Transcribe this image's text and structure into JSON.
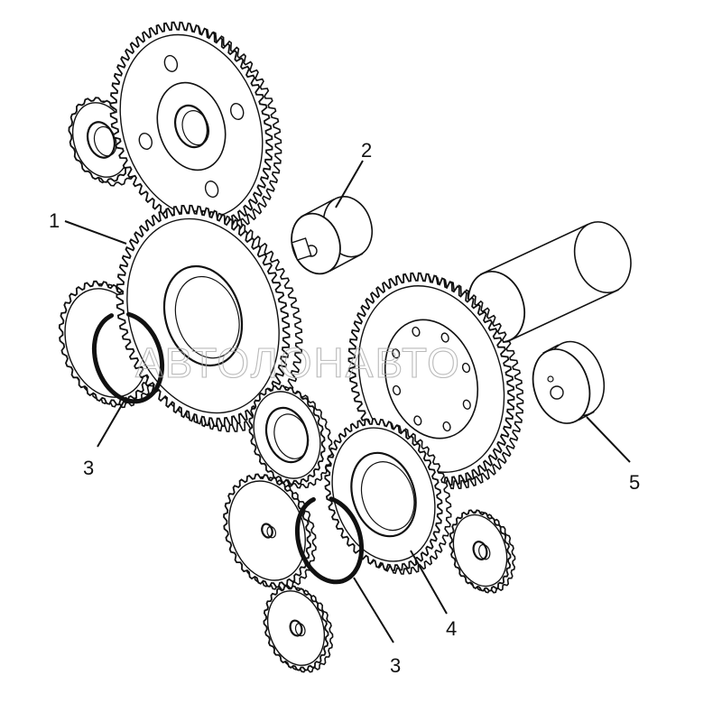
{
  "callouts": {
    "c1": "1",
    "c2": "2",
    "c3a": "3",
    "c3b": "3",
    "c4": "4",
    "c5": "5"
  },
  "watermark": "АВТОЛОНАВТО",
  "colors": {
    "line": "#111111",
    "fill": "#ffffff",
    "watermark": "#a9a9a9"
  }
}
